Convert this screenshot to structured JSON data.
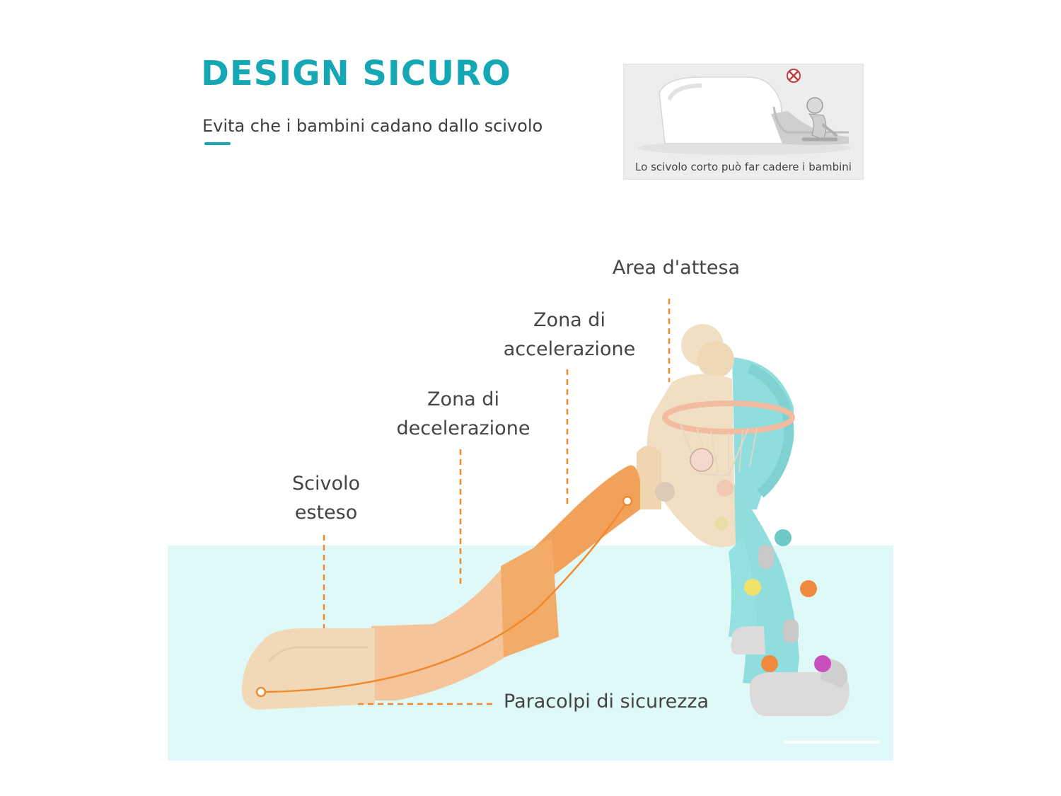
{
  "header": {
    "title": "DESIGN SICURO",
    "subtitle": "Evita che i bambini cadano dallo scivolo",
    "accent_color": "#15a8b4"
  },
  "inset": {
    "caption": "Lo scivolo corto può far cadere i bambini",
    "warning_icon": "no-entry-icon"
  },
  "callouts": {
    "waiting_area": "Area d'attesa",
    "acceleration": [
      "Zona di",
      "accelerazione"
    ],
    "deceleration": [
      "Zona di",
      "decelerazione"
    ],
    "extended_slide": [
      "Scivolo",
      "esteso"
    ],
    "bumper": "Paracolpi di sicurezza",
    "leader_color": "#f08a2c"
  },
  "colors": {
    "floor": "#dff8f8",
    "slide_orange": "#f2a15a",
    "slide_beige": "#f1d9b8",
    "frame_teal": "#8fdedd"
  }
}
